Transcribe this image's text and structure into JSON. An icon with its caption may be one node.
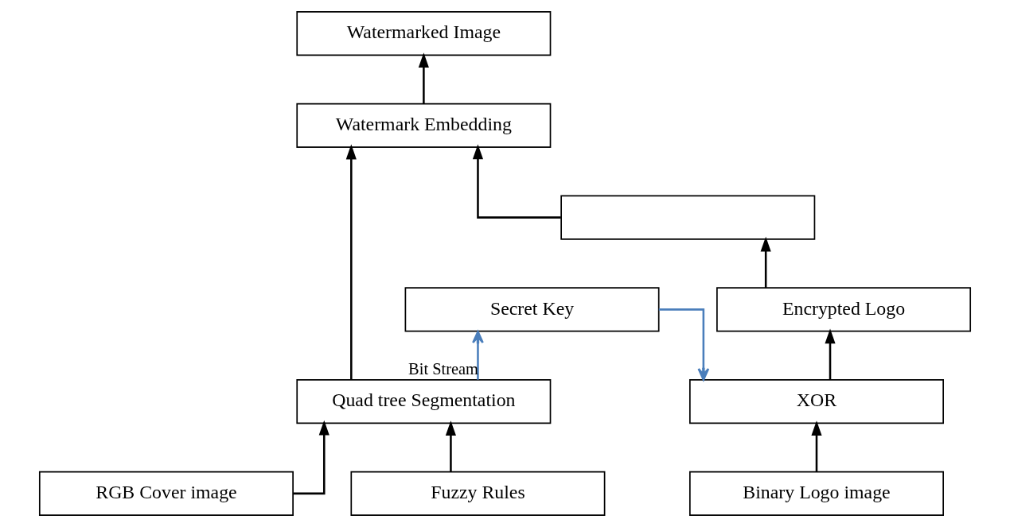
{
  "diagram": {
    "nodes": [
      {
        "text": [
          "Watermarked Image"
        ]
      },
      {
        "text": [
          "Watermark Embedding"
        ]
      },
      {
        "text": [],
        "shape": "box"
      },
      {
        "text": [
          "Secret Key"
        ]
      },
      {
        "text": [
          "Encrypted Logo"
        ]
      },
      {
        "text": [
          "Quad tree Segmentation"
        ]
      },
      {
        "text": [
          "XOR"
        ]
      },
      {
        "text": [
          "RGB Cover image"
        ]
      },
      {
        "text": [
          "Fuzzy Rules"
        ]
      },
      {
        "text": [
          "Binary Logo image"
        ]
      }
    ],
    "edges": [
      {
        "from": 1,
        "to": 0,
        "arrow": "to"
      },
      {
        "from": 5,
        "to": 1,
        "arrow": "to"
      },
      {
        "from": 2,
        "to": 1,
        "arrow": "to"
      },
      {
        "from": 4,
        "to": 2,
        "arrow": "to"
      },
      {
        "from": 6,
        "to": 4,
        "arrow": "to"
      },
      {
        "from": 9,
        "to": 6,
        "arrow": "to"
      },
      {
        "from": 7,
        "to": 5,
        "arrow": "to"
      },
      {
        "from": 8,
        "to": 5,
        "arrow": "to"
      },
      {
        "from": 5,
        "to": 3,
        "arrow": "to",
        "label": "Bit Stream",
        "color": "#4a7ebb"
      },
      {
        "from": 3,
        "to": 6,
        "arrow": "to",
        "color": "#4a7ebb"
      }
    ]
  }
}
